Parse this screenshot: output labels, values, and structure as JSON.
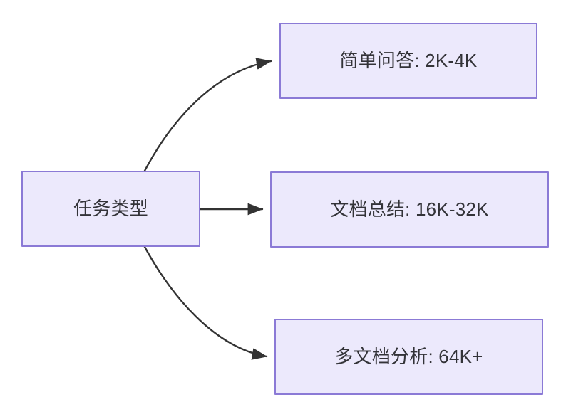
{
  "diagram": {
    "type": "flowchart",
    "direction": "left-to-right",
    "background_color": "#ffffff",
    "node_fill_color": "#ece9fc",
    "node_border_color": "#8b7ad6",
    "node_text_color": "#333338",
    "edge_color": "#333333",
    "root": {
      "id": "root",
      "label": "任务类型"
    },
    "children": [
      {
        "id": "child0",
        "label": "简单问答: 2K-4K",
        "edge_style": "curved",
        "arrowhead": "filled-triangle"
      },
      {
        "id": "child1",
        "label": "文档总结: 16K-32K",
        "edge_style": "straight",
        "arrowhead": "filled-triangle"
      },
      {
        "id": "child2",
        "label": "多文档分析: 64K+",
        "edge_style": "curved",
        "arrowhead": "filled-triangle"
      }
    ]
  }
}
